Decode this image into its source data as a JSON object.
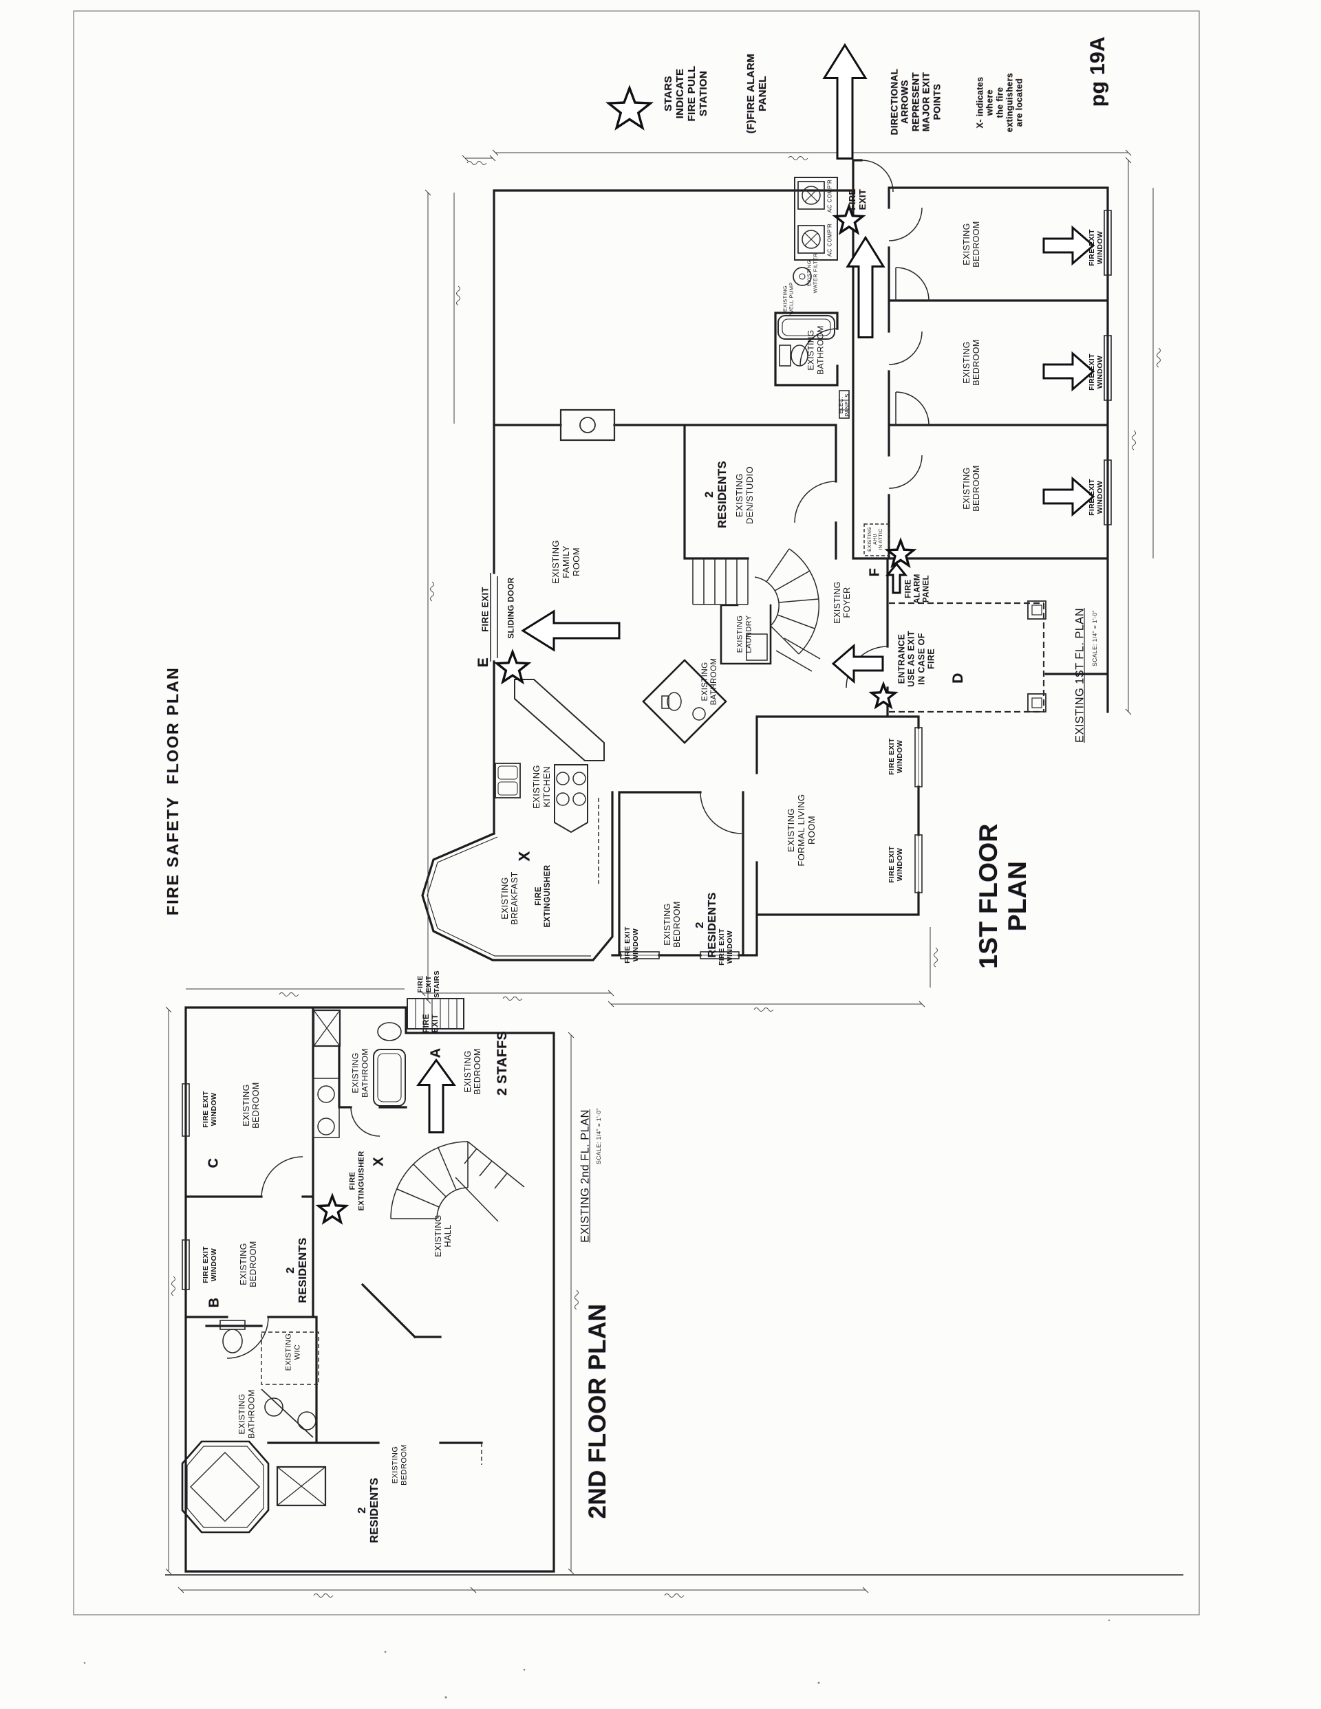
{
  "colors": {
    "ink": "#1d1d20",
    "paper": "#fcfcfb"
  },
  "page": {
    "number": "pg 19A",
    "main_title": "FIRE SAFETY  FLOOR PLAN"
  },
  "legend": {
    "stars_note": "STARS\nINDICATE\nFIRE PULL\nSTATION",
    "alarm_note": "(F)FIRE ALARM\nPANEL",
    "arrows_note": "DIRECTIONAL\nARROWS\nREPRESENT\nMAJOR EXIT\nPOINTS",
    "extinguisher_note": "X- indicates\nwhere\nthe fire\nextinguishers\nare located"
  },
  "common": {
    "fire_exit_window": "FIRE EXIT\nWINDOW",
    "x_mark": "X"
  },
  "floor1": {
    "title": "1ST FLOOR\nPLAN",
    "caption": "EXISTING 1ST FL. PLAN",
    "scale": "SCALE: 1/4\" = 1'-0\"",
    "rooms": {
      "family_room": "EXISTING\nFAMILY\nROOM",
      "kitchen": "EXISTING\nKITCHEN",
      "breakfast": "EXISTING\nBREAKFAST",
      "bedroom": "EXISTING\nBEDROOM",
      "living_room": "EXISTING\nFORMAL LIVING\nROOM",
      "den": "EXISTING\nDEN/STUDIO",
      "foyer": "EXISTING\nFOYER",
      "laundry": "EXISTING\nLAUNDRY",
      "bathroom_hall": "EXISTING\nBATHROOM",
      "bathroom_wing": "EXISTING\nBATHROOM",
      "bedroom_wing_1": "EXISTING\nBEDROOM",
      "bedroom_wing_2": "EXISTING\nBEDROOM",
      "bedroom_wing_3": "EXISTING\nBEDROOM"
    },
    "notes": {
      "residents_den": "2\nRESIDENTS",
      "residents_bedroom": "2\nRESIDENTS",
      "fire_exit_e": "FIRE EXIT",
      "sliding_door": "SLIDING DOOR",
      "marker_e": "E",
      "fire_extinguisher": "FIRE\nEXTINGUISHER",
      "fire_exit_corridor": "FIRE\nEXIT",
      "marker_f": "F",
      "fire_alarm_panel": "FIRE\nALARM\nPANEL",
      "ahu": "EXISTING\nAHU\nIN ATTIC",
      "entrance": "ENTRANCE\nUSE AS EXIT\nIN CASE OF\nFIRE",
      "marker_d": "D",
      "elec_panels": "ELEC.\nPANELS",
      "ac_comp": "AC COMP'R",
      "water_filter": "EXISTING\nWATER FILTER",
      "well_pump": "EXISTING\nWELL PUMP"
    }
  },
  "floor2": {
    "title": "2ND FLOOR PLAN",
    "caption": "EXISTING 2nd FL. PLAN",
    "scale": "SCALE: 1/4\" = 1'-0\"",
    "rooms": {
      "bedroom_c": "EXISTING\nBEDROOM",
      "bedroom_b": "EXISTING\nBEDROOM",
      "bedroom_a": "EXISTING\nBEDROOM",
      "bedroom_master": "EXISTING\nBEDROOM",
      "bathroom_top": "EXISTING\nBATHROOM",
      "bathroom_master": "EXISTING\nBATHROOM",
      "wic": "EXISTING\nWIC",
      "hall": "EXISTING\nHALL"
    },
    "notes": {
      "marker_a": "A",
      "marker_b": "B",
      "marker_c": "C",
      "residents_b": "2\nRESIDENTS",
      "residents_master": "2\nRESIDENTS",
      "staffs": "2 STAFFS",
      "fire_exit": "FIRE\nEXIT",
      "fire_exit_stairs": "FIRE\nEXIT\nSTAIRS",
      "fire_extinguisher": "FIRE\nEXTINGUISHER"
    }
  }
}
